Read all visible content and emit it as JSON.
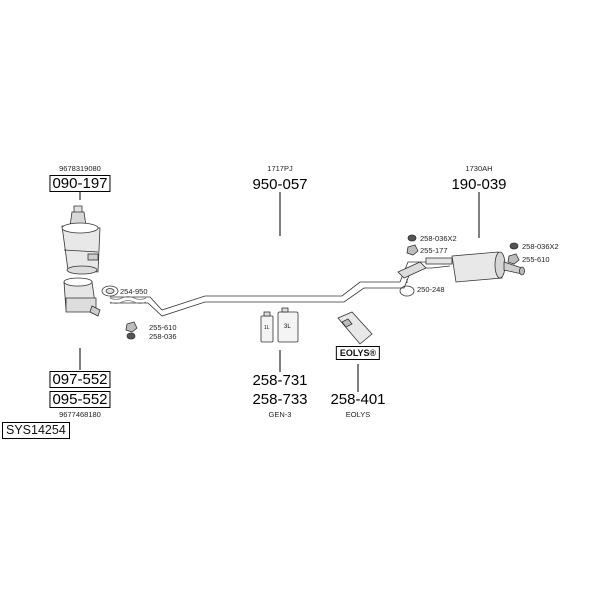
{
  "parts": {
    "p090197": {
      "ref": "9678319080",
      "number": "090-197"
    },
    "p950057": {
      "ref": "1717PJ",
      "number": "950-057"
    },
    "p190039": {
      "ref": "1730AH",
      "number": "190-039"
    },
    "p097552": {
      "number": "097-552"
    },
    "p095552": {
      "number": "095-552",
      "ref": "9677468180"
    },
    "p258731": {
      "number": "258-731"
    },
    "p258733": {
      "number": "258-733",
      "ref": "GEN-3"
    },
    "p258401": {
      "number": "258-401",
      "ref": "EOLYS"
    }
  },
  "hardware": {
    "h254950": "254-950",
    "h255610_left": "255-610",
    "h258036_left": "258-036",
    "h258036x2_mid": "258-036X2",
    "h255177": "255-177",
    "h250248": "250-248",
    "h258036x2_right": "258-036X2",
    "h255610_right": "255-610"
  },
  "labels": {
    "eolys_badge": "EOLYS®",
    "system_code": "SYS14254",
    "canister_small": "1L",
    "canister_large": "3L"
  }
}
